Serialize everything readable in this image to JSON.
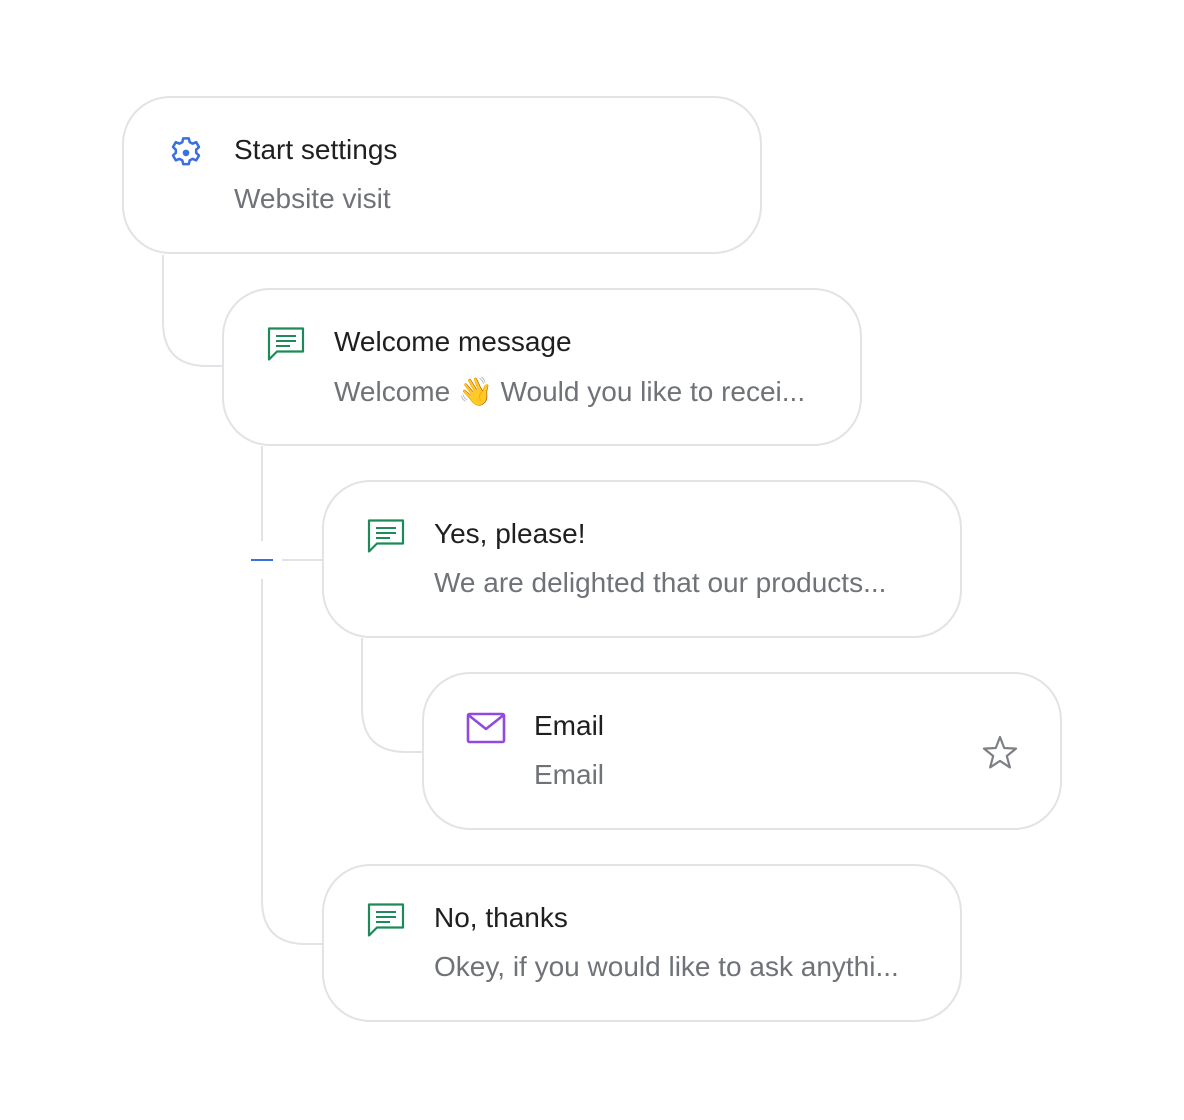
{
  "nodes": [
    {
      "id": "start",
      "title": "Start settings",
      "subtitle": "Website visit",
      "icon": "gear-icon",
      "icon_color": "#3b6fe0"
    },
    {
      "id": "welcome",
      "title": "Welcome message",
      "subtitle": "Welcome 👋 Would you like to recei...",
      "icon": "message-icon",
      "icon_color": "#1e8a5a"
    },
    {
      "id": "yes",
      "title": "Yes, please!",
      "subtitle": "We are delighted that our products...",
      "icon": "message-icon",
      "icon_color": "#1e8a5a"
    },
    {
      "id": "email",
      "title": "Email",
      "subtitle": "Email",
      "icon": "mail-icon",
      "icon_color": "#9149e0",
      "action_icon": "star-icon"
    },
    {
      "id": "no",
      "title": "No, thanks",
      "subtitle": "Okey, if you would like to ask anythi...",
      "icon": "message-icon",
      "icon_color": "#1e8a5a"
    }
  ],
  "colors": {
    "connector": "#e1e3e6",
    "selected_connector": "#3b6fe0",
    "card_border": "#e1e3e6",
    "title_text": "#1f1f1f",
    "subtitle_text": "#6f7378"
  }
}
